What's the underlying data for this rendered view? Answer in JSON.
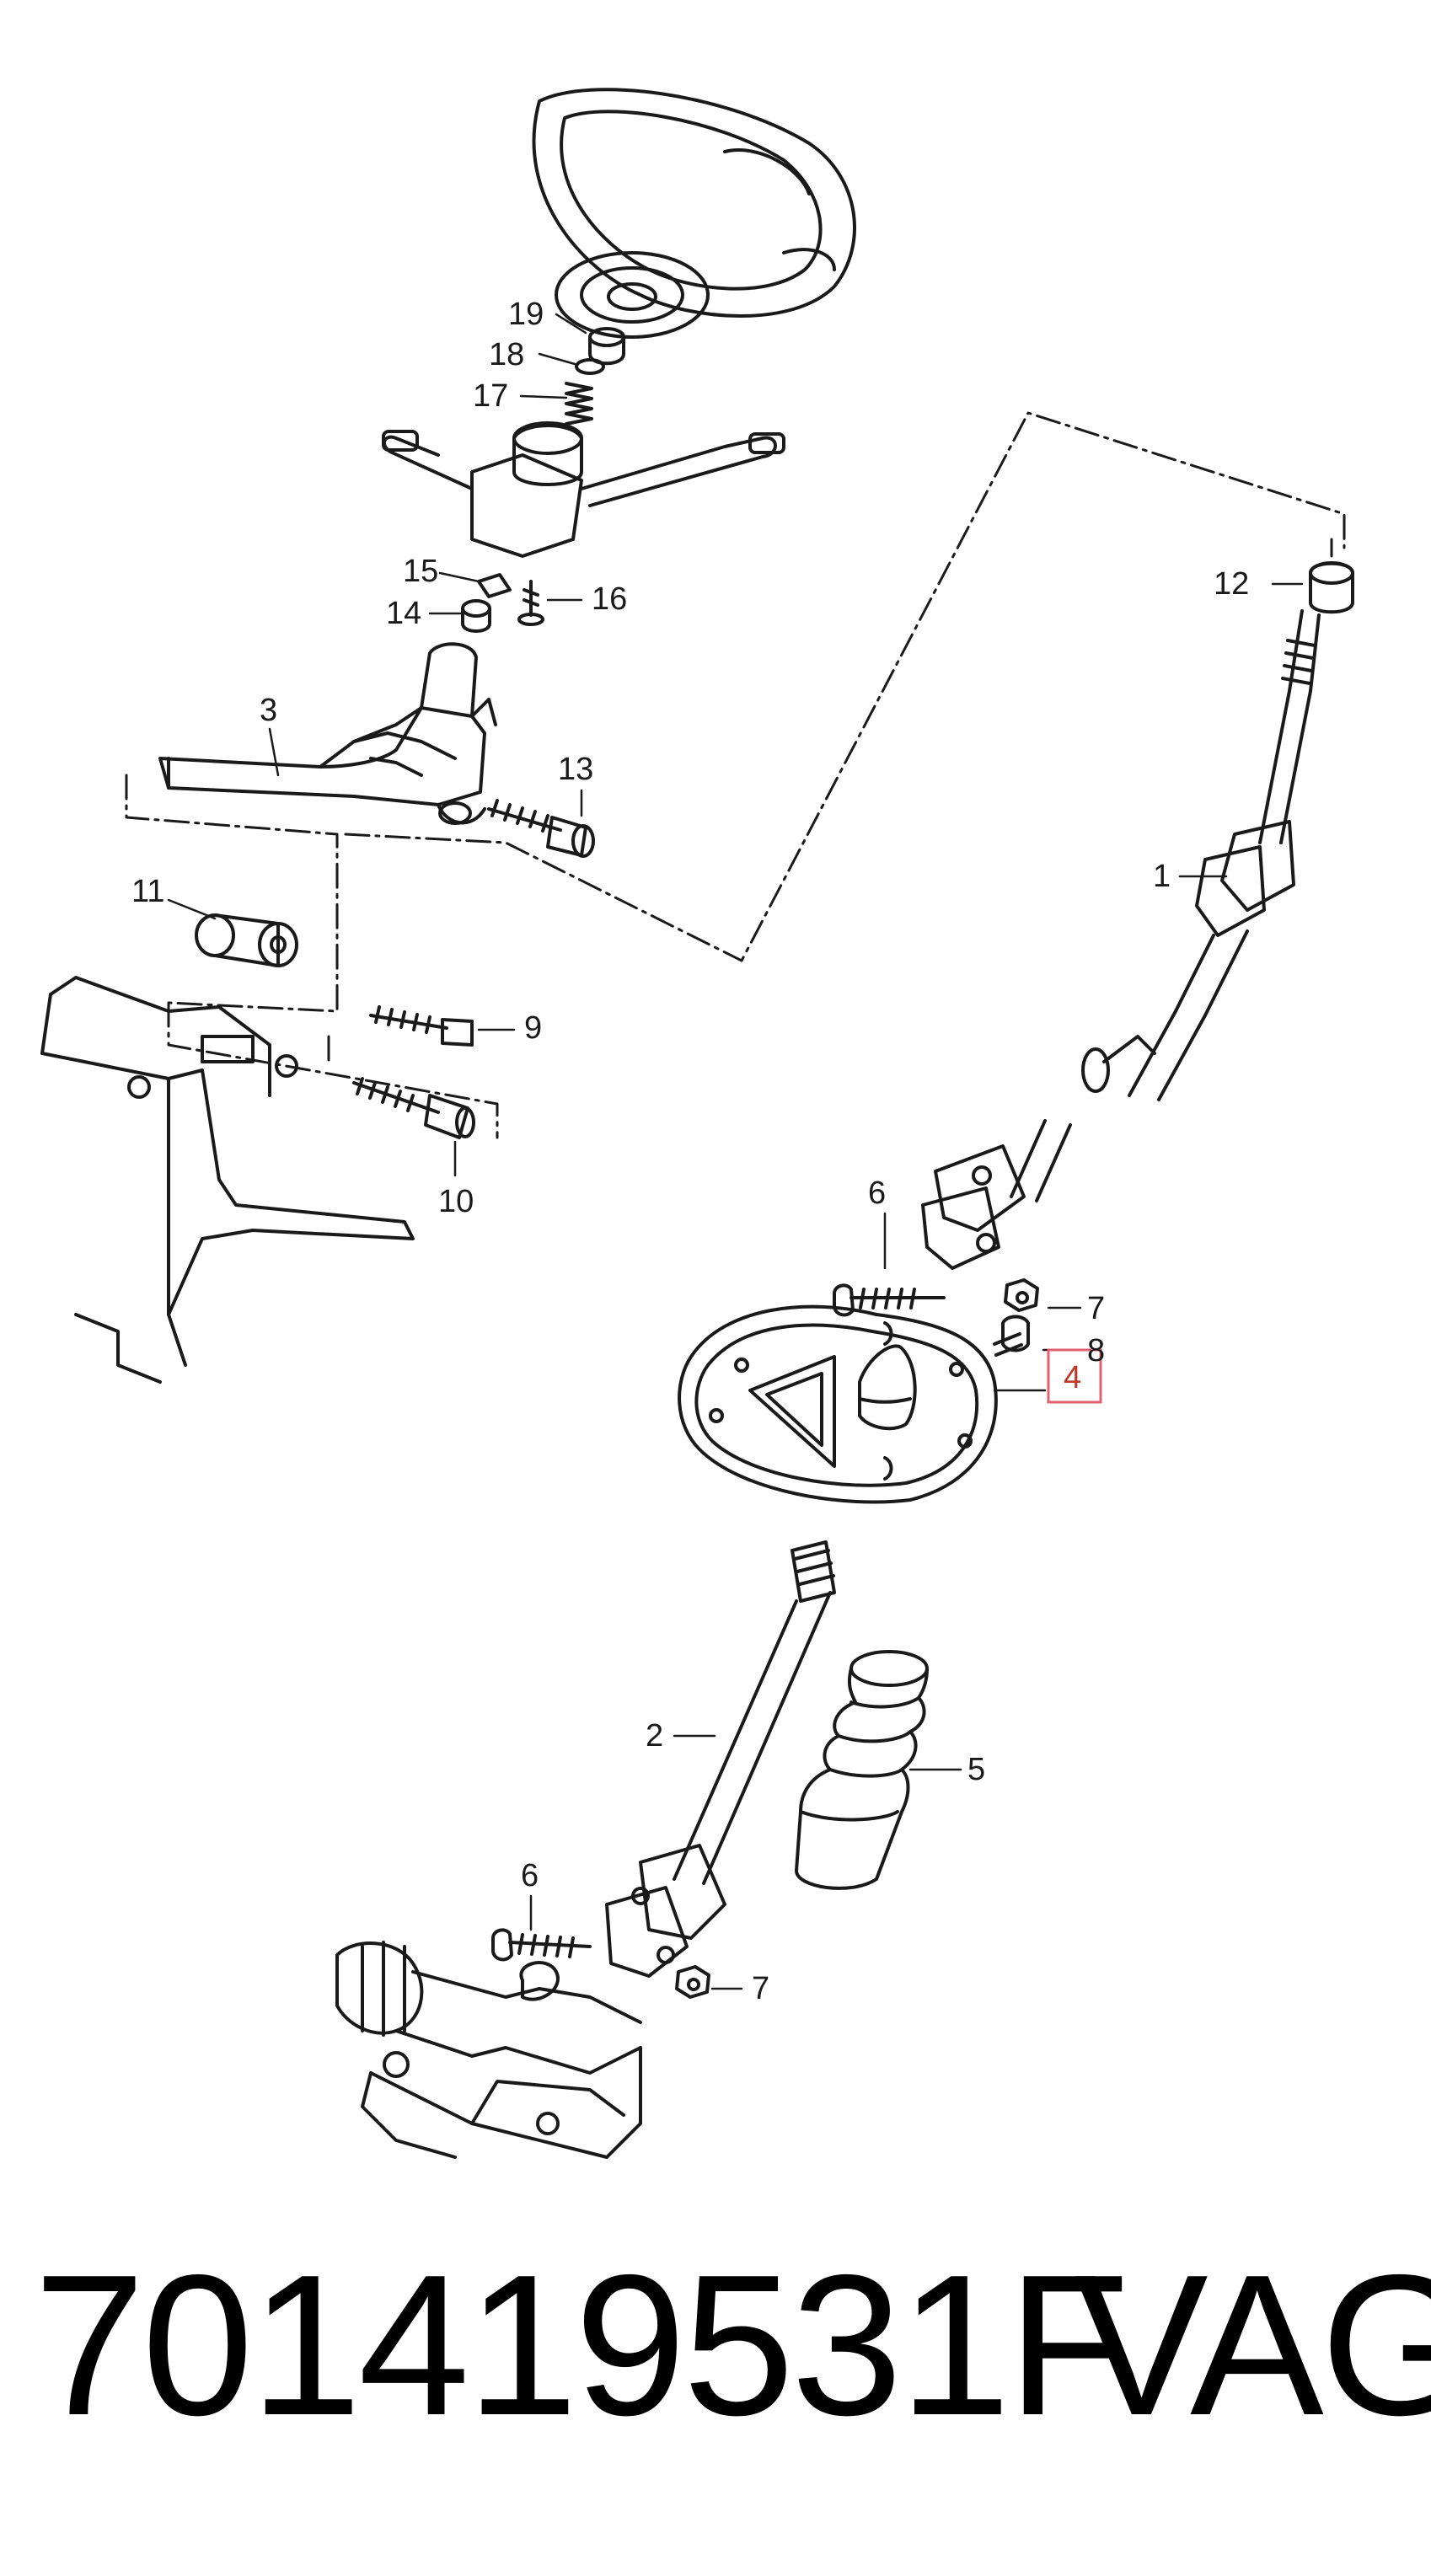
{
  "callouts": {
    "c1": "1",
    "c2": "2",
    "c3": "3",
    "c4": "4",
    "c5": "5",
    "c6a": "6",
    "c6b": "6",
    "c7a": "7",
    "c7b": "7",
    "c8": "8",
    "c9": "9",
    "c10": "10",
    "c11": "11",
    "c12": "12",
    "c13": "13",
    "c14": "14",
    "c15": "15",
    "c16": "16",
    "c17": "17",
    "c18": "18",
    "c19": "19"
  },
  "highlight_color": "#e06070",
  "footer": {
    "part_number": "701419531F",
    "brand": "VAG"
  }
}
